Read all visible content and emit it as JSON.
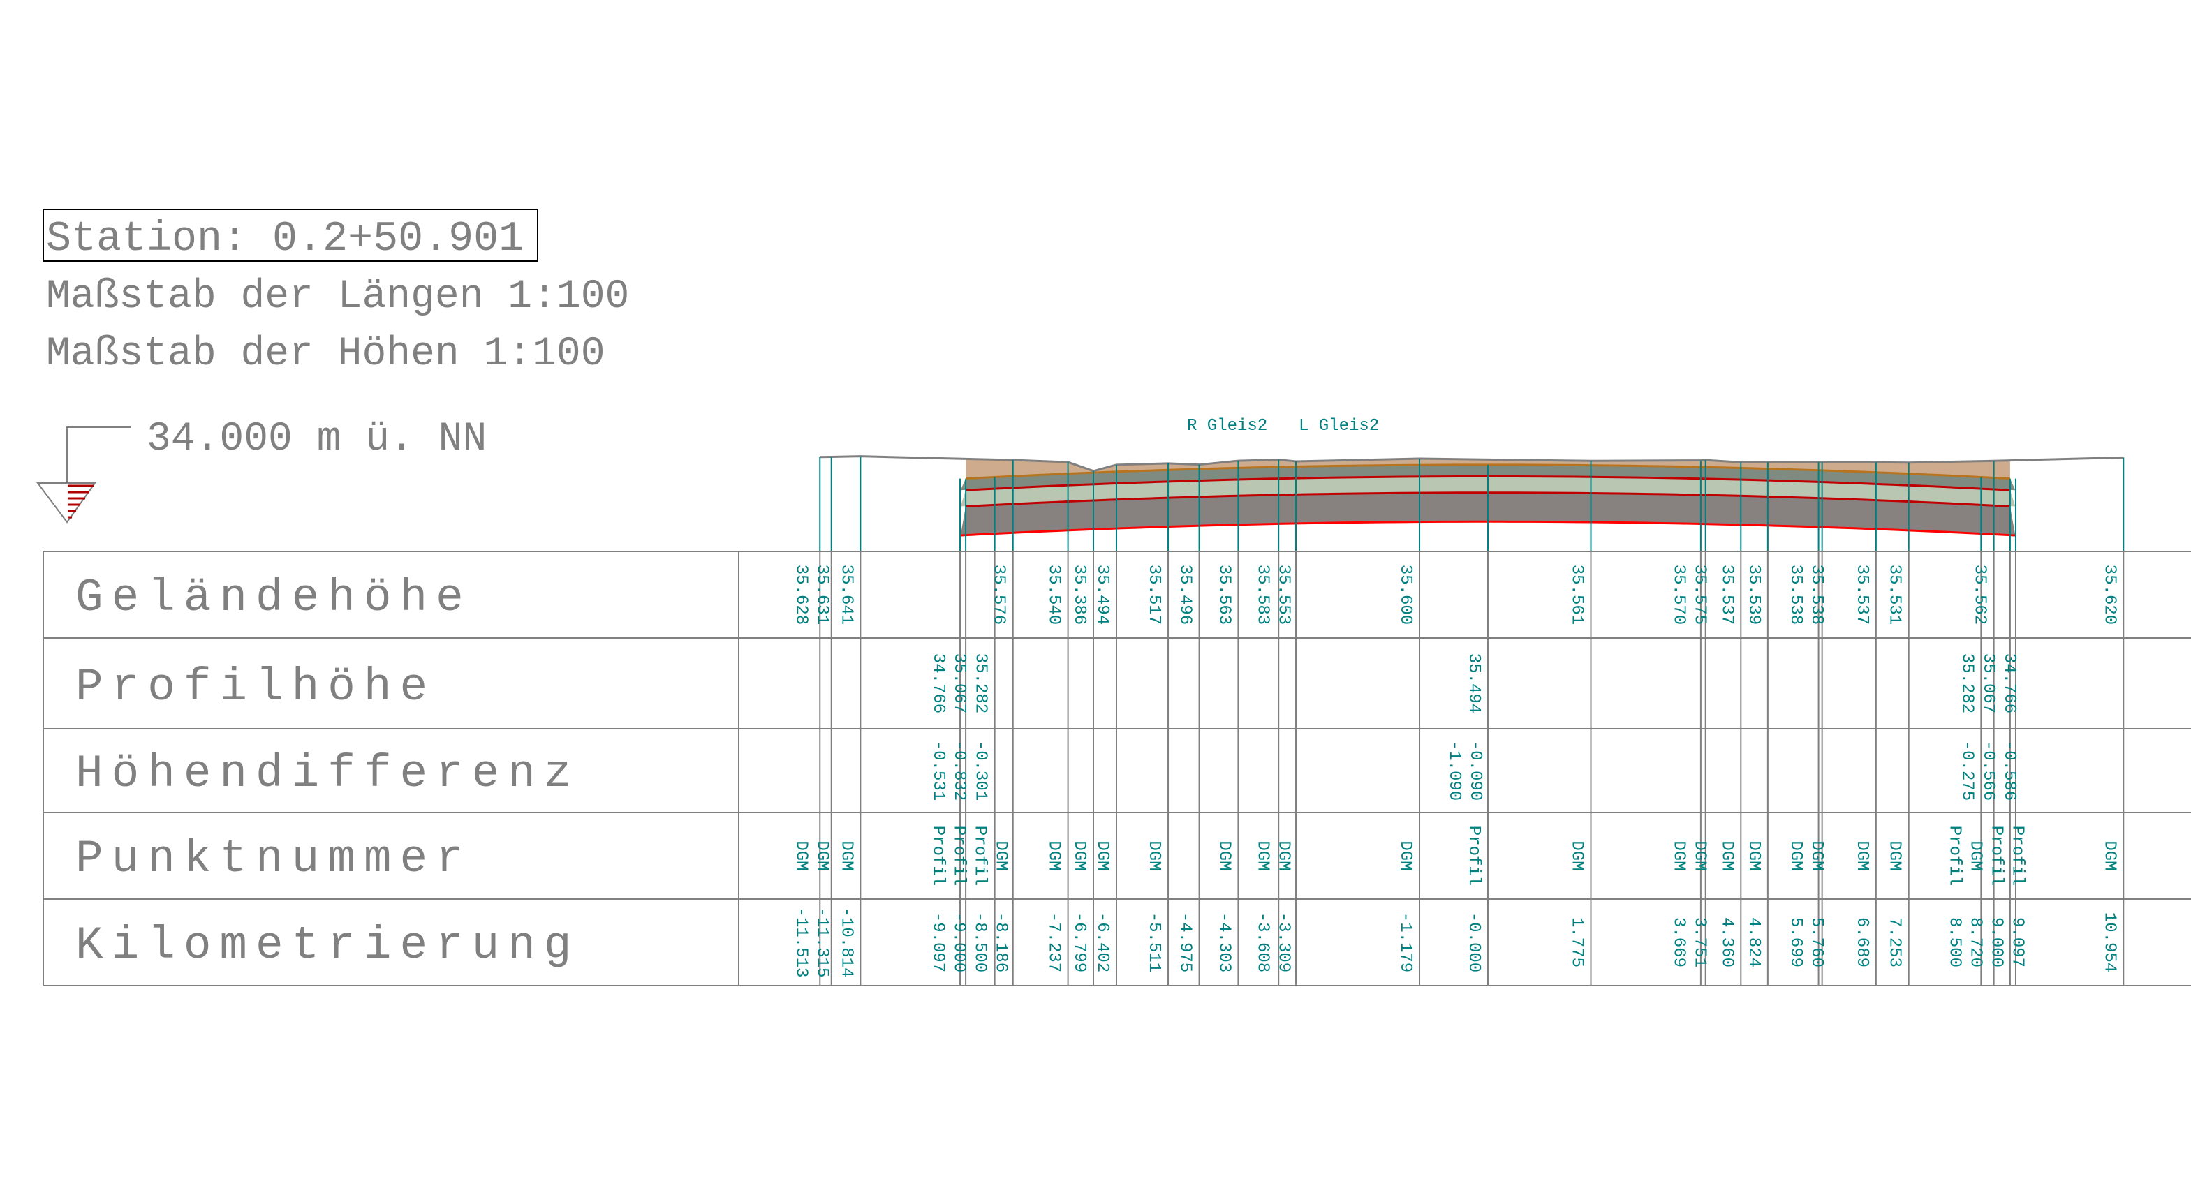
{
  "header": {
    "station": "Station: 0.2+50.901",
    "scale_length": "Maßstab der Längen 1:100",
    "scale_height": "Maßstab der Höhen  1:100",
    "reference_level_text": "34.000 m ü. NN",
    "reference_level": 34.0
  },
  "track_labels": [
    "R Gleis2",
    "L Gleis2"
  ],
  "rows": [
    "Geländehöhe",
    "Profilhöhe",
    "Höhendifferenz",
    "Punktnummer",
    "Kilometrierung"
  ],
  "colors": {
    "text": "#808080",
    "values": "#008080",
    "terrain_line": "#808080",
    "cover_fill": "#ceab8d",
    "surface_line": "#b8731f",
    "layer_line": "#c00000",
    "bottom_line": "#ff0000"
  },
  "profile": {
    "crown_height": 35.494,
    "edge_height": 35.282,
    "edge_km": 8.5
  },
  "layers": [
    {
      "thickness_m": 0.2,
      "color": "#7f8b80"
    },
    {
      "thickness_m": 0.28,
      "color": "#b8c6b2"
    },
    {
      "thickness_m": 0.5,
      "color": "#878280"
    }
  ],
  "columns": [
    {
      "km": "-11.513",
      "geo": "35.628",
      "pn": "DGM"
    },
    {
      "km": "-11.315",
      "geo": "35.631",
      "pn": "DGM"
    },
    {
      "km": "-10.814",
      "geo": "35.641",
      "pn": "DGM"
    },
    {
      "km": "-9.097",
      "profil": "34.766",
      "diff": "-0.531",
      "pn": "Profil"
    },
    {
      "km": "-9.000",
      "profil": "35.067",
      "diff": "-0.832",
      "pn": "Profil"
    },
    {
      "km": "-8.500",
      "profil": "35.282",
      "diff": "-0.301",
      "pn": "Profil"
    },
    {
      "km": "-8.186",
      "geo": "35.576",
      "pn": "DGM"
    },
    {
      "km": "-7.237",
      "geo": "35.540",
      "pn": "DGM"
    },
    {
      "km": "-6.799",
      "geo": "35.386",
      "pn": "DGM"
    },
    {
      "km": "-6.402",
      "geo": "35.494",
      "pn": "DGM"
    },
    {
      "km": "-5.511",
      "geo": "35.517",
      "pn": "DGM"
    },
    {
      "km": "-4.975",
      "geo": "35.496"
    },
    {
      "km": "-4.303",
      "geo": "35.563",
      "pn": "DGM"
    },
    {
      "km": "-3.608",
      "geo": "35.583",
      "pn": "DGM"
    },
    {
      "km": "-3.309",
      "geo": "35.553",
      "pn": "DGM"
    },
    {
      "km": "-1.179",
      "geo": "35.600",
      "pn": "DGM"
    },
    {
      "km": "-0.000",
      "profil": "35.494",
      "diff": "-0.090",
      "diff2": "-1.090",
      "pn": "Profil"
    },
    {
      "km": "1.775",
      "geo": "35.561",
      "pn": "DGM"
    },
    {
      "km": "3.669",
      "geo": "35.570",
      "pn": "DGM"
    },
    {
      "km": "3.751",
      "geo": "35.575",
      "pn": "DGM"
    },
    {
      "km": "4.360",
      "geo": "35.537",
      "pn": "DGM"
    },
    {
      "km": "4.824",
      "geo": "35.539",
      "pn": "DGM"
    },
    {
      "km": "5.699",
      "geo": "35.538",
      "pn": "DGM"
    },
    {
      "km": "5.760",
      "geo": "35.538",
      "pn": "DGM"
    },
    {
      "km": "6.689",
      "geo": "35.537",
      "pn": "DGM"
    },
    {
      "km": "7.253",
      "geo": "35.531",
      "pn": "DGM"
    },
    {
      "km": "8.500",
      "profil": "35.282",
      "diff": "-0.275",
      "pn": "Profil"
    },
    {
      "km": "8.720",
      "geo": "35.562",
      "pn": "DGM"
    },
    {
      "km": "9.000",
      "profil": "35.067",
      "diff": "-0.566",
      "pn": "Profil"
    },
    {
      "km": "9.097",
      "profil": "34.766",
      "diff": "-0.586",
      "pn": "Profil"
    },
    {
      "km": "10.954",
      "geo": "35.620",
      "pn": "DGM"
    }
  ]
}
